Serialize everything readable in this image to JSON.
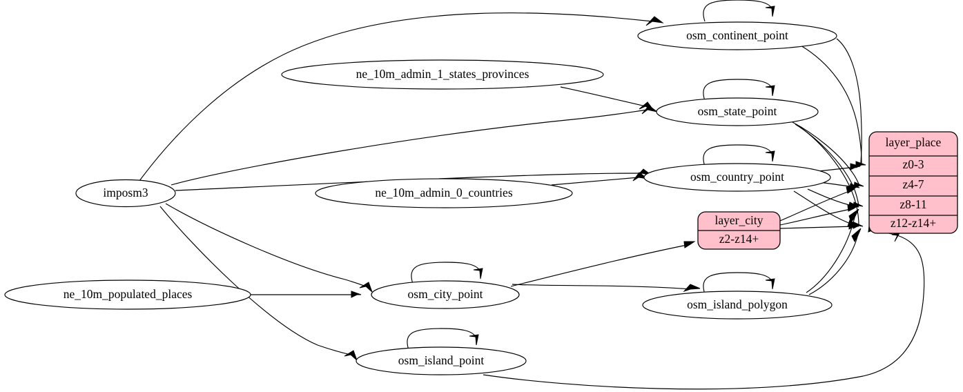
{
  "diagram": {
    "type": "directed-graph",
    "title": "",
    "background": "#ffffff",
    "edge_color": "#000000",
    "ellipse_fill": "#ffffff",
    "record_fill": "#ffc0cb",
    "record_stroke": "#000000"
  },
  "nodes": {
    "imposm3": {
      "label": "imposm3",
      "shape": "ellipse"
    },
    "ne_states": {
      "label": "ne_10m_admin_1_states_provinces",
      "shape": "ellipse"
    },
    "ne_countries": {
      "label": "ne_10m_admin_0_countries",
      "shape": "ellipse"
    },
    "ne_populated": {
      "label": "ne_10m_populated_places",
      "shape": "ellipse"
    },
    "continent_point": {
      "label": "osm_continent_point",
      "shape": "ellipse"
    },
    "state_point": {
      "label": "osm_state_point",
      "shape": "ellipse"
    },
    "country_point": {
      "label": "osm_country_point",
      "shape": "ellipse"
    },
    "city_point": {
      "label": "osm_city_point",
      "shape": "ellipse"
    },
    "island_polygon": {
      "label": "osm_island_polygon",
      "shape": "ellipse"
    },
    "island_point": {
      "label": "osm_island_point",
      "shape": "ellipse"
    }
  },
  "records": {
    "layer_city": {
      "title": "layer_city",
      "shape": "record",
      "fill": "#ffc0cb",
      "rows": [
        "z2-z14+"
      ]
    },
    "layer_place": {
      "title": "layer_place",
      "shape": "record",
      "fill": "#ffc0cb",
      "rows": [
        "z0-3",
        "z4-7",
        "z8-11",
        "z12-z14+"
      ]
    }
  },
  "edges": [
    {
      "from": "imposm3",
      "to": "continent_point"
    },
    {
      "from": "imposm3",
      "to": "state_point"
    },
    {
      "from": "imposm3",
      "to": "country_point"
    },
    {
      "from": "imposm3",
      "to": "city_point"
    },
    {
      "from": "imposm3",
      "to": "island_point"
    },
    {
      "from": "ne_states",
      "to": "state_point"
    },
    {
      "from": "ne_countries",
      "to": "country_point"
    },
    {
      "from": "ne_populated",
      "to": "city_point"
    },
    {
      "from": "continent_point",
      "to": "continent_point"
    },
    {
      "from": "state_point",
      "to": "state_point"
    },
    {
      "from": "country_point",
      "to": "country_point"
    },
    {
      "from": "city_point",
      "to": "city_point"
    },
    {
      "from": "island_polygon",
      "to": "island_polygon"
    },
    {
      "from": "island_point",
      "to": "island_point"
    },
    {
      "from": "continent_point",
      "to": "layer_place.z0-3"
    },
    {
      "from": "state_point",
      "to": "layer_place.z4-7"
    },
    {
      "from": "state_point",
      "to": "layer_place.z8-11"
    },
    {
      "from": "state_point",
      "to": "layer_place.z12-z14+"
    },
    {
      "from": "country_point",
      "to": "layer_place.z0-3"
    },
    {
      "from": "country_point",
      "to": "layer_place.z4-7"
    },
    {
      "from": "country_point",
      "to": "layer_place.z8-11"
    },
    {
      "from": "country_point",
      "to": "layer_place.z12-z14+"
    },
    {
      "from": "city_point",
      "to": "layer_city.z2-z14+"
    },
    {
      "from": "layer_city",
      "to": "layer_place.z4-7"
    },
    {
      "from": "layer_city",
      "to": "layer_place.z8-11"
    },
    {
      "from": "layer_city",
      "to": "layer_place.z12-z14+"
    },
    {
      "from": "island_polygon",
      "to": "layer_place.z8-11"
    },
    {
      "from": "island_polygon",
      "to": "layer_place.z12-z14+"
    },
    {
      "from": "island_point",
      "to": "layer_place.z12-z14+"
    },
    {
      "from": "city_point",
      "to": "island_polygon"
    }
  ]
}
